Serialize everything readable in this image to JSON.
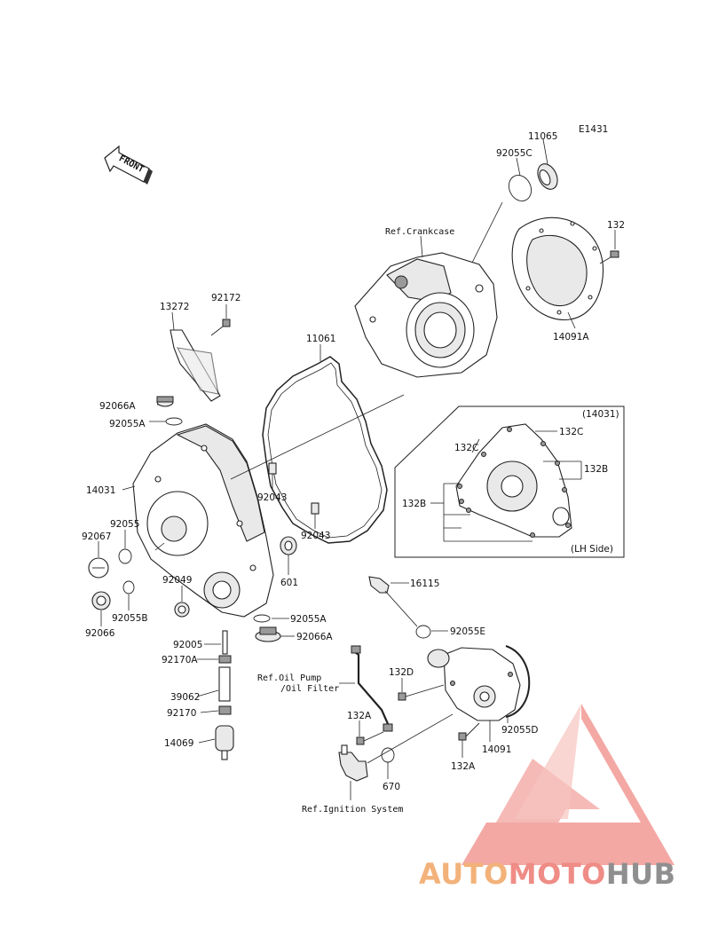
{
  "diagram_code": "E1431",
  "front_label": "FRONT",
  "labels": {
    "p11065": "11065",
    "p92055C": "92055C",
    "p132_top": "132",
    "ref_crankcase": "Ref.Crankcase",
    "p14091A": "14091A",
    "p13272": "13272",
    "p92172": "92172",
    "p11061": "11061",
    "p92066A_top": "92066A",
    "p92055A_top": "92055A",
    "p14031": "14031",
    "p92043_a": "92043",
    "p92043_b": "92043",
    "p92067": "92067",
    "p92055": "92055",
    "p601": "601",
    "p92049": "92049",
    "p92066": "92066",
    "p92055B": "92055B",
    "p92055A_bot": "92055A",
    "p92066A_bot": "92066A",
    "p92005": "92005",
    "p92170A": "92170A",
    "p39062": "39062",
    "p92170": "92170",
    "p14069": "14069",
    "p16115": "16115",
    "p92055E": "92055E",
    "ref_oil_pump_1": "Ref.Oil Pump",
    "ref_oil_pump_2": "/Oil Filter",
    "p132D": "132D",
    "p132A_left": "132A",
    "p132A_right": "132A",
    "p14091": "14091",
    "p92055D": "92055D",
    "p670": "670",
    "ref_ignition": "Ref.Ignition System"
  },
  "inset": {
    "title": "(14031)",
    "side_label": "(LH Side)",
    "p132C_a": "132C",
    "p132C_b": "132C",
    "p132B_a": "132B",
    "p132B_b": "132B"
  },
  "watermark": {
    "part1": "AUTO",
    "part2": "MOTO",
    "part3": "HUB",
    "color_orange": "#f2b27a",
    "color_red": "#ef8c86",
    "color_gray": "#8f8f8f"
  }
}
